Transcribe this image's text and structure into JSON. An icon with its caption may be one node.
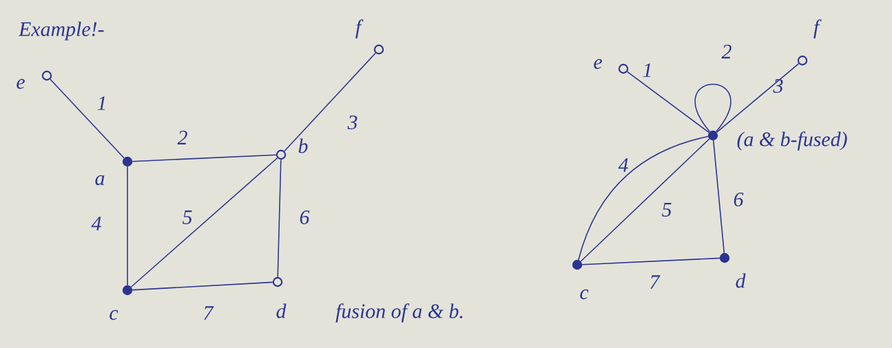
{
  "diagram": {
    "nodes": [
      {
        "text": [
          "e"
        ]
      },
      {
        "text": [
          "f"
        ]
      },
      {
        "text": [
          "a"
        ]
      },
      {
        "text": [
          "b"
        ]
      },
      {
        "text": [
          "c"
        ]
      },
      {
        "text": [
          "d"
        ]
      },
      {
        "text": [
          "e"
        ]
      },
      {
        "text": [
          "f"
        ]
      },
      {
        "text": [
          "(a & b-fused)"
        ]
      },
      {
        "text": [
          "c"
        ]
      },
      {
        "text": [
          "d"
        ]
      }
    ],
    "edges": [
      {
        "from": 0,
        "to": 2,
        "arrow": "none",
        "label": "1"
      },
      {
        "from": 2,
        "to": 3,
        "arrow": "none",
        "label": "2"
      },
      {
        "from": 3,
        "to": 1,
        "arrow": "none",
        "label": "3"
      },
      {
        "from": 2,
        "to": 4,
        "arrow": "none",
        "label": "4"
      },
      {
        "from": 4,
        "to": 3,
        "arrow": "none",
        "label": "5"
      },
      {
        "from": 3,
        "to": 5,
        "arrow": "none",
        "label": "6"
      },
      {
        "from": 4,
        "to": 5,
        "arrow": "none",
        "label": "7"
      },
      {
        "from": 6,
        "to": 8,
        "arrow": "none",
        "label": "1"
      },
      {
        "from": 8,
        "to": 8,
        "arrow": "none",
        "label": "2"
      },
      {
        "from": 8,
        "to": 7,
        "arrow": "none",
        "label": "3"
      },
      {
        "from": 9,
        "to": 8,
        "arrow": "none",
        "label": "4"
      },
      {
        "from": 9,
        "to": 8,
        "arrow": "none",
        "label": "5"
      },
      {
        "from": 8,
        "to": 10,
        "arrow": "none",
        "label": "6"
      },
      {
        "from": 9,
        "to": 10,
        "arrow": "none",
        "label": "7"
      }
    ],
    "labels": [
      "Example!-",
      "fusion of a & b."
    ]
  }
}
